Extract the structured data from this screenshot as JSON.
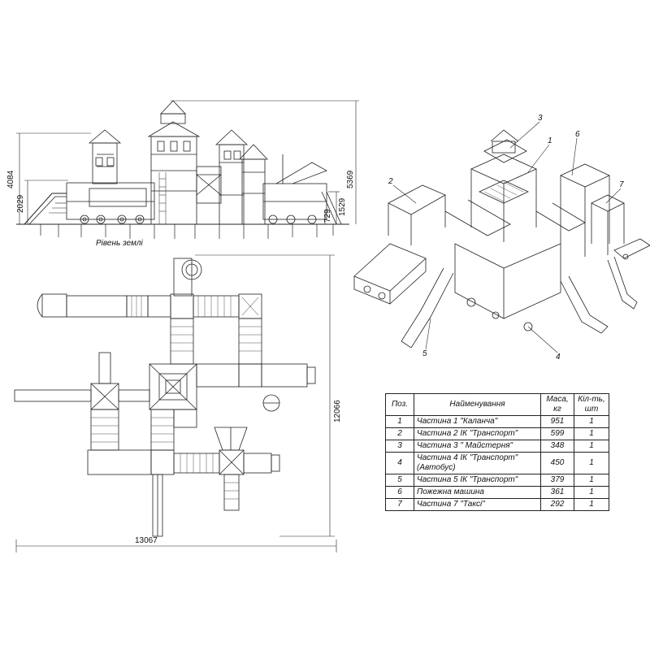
{
  "elevation": {
    "dims": {
      "total_height": "5369",
      "tower_height": "4084",
      "platform_height": "2029",
      "mid_height": "1529",
      "low_height": "729"
    },
    "ground_label": "Рівень землі"
  },
  "plan": {
    "dims": {
      "length": "13067",
      "width": "12066"
    }
  },
  "iso": {
    "callouts": [
      "1",
      "2",
      "3",
      "4",
      "5",
      "6",
      "7"
    ]
  },
  "spec_table": {
    "headers": {
      "pos": "Поз.",
      "name": "Найменування",
      "mass": "Маса, кг",
      "qty": "Кіл-ть, шт"
    },
    "rows": [
      {
        "pos": "1",
        "name": "Частина 1 \"Каланча\"",
        "mass": "951",
        "qty": "1"
      },
      {
        "pos": "2",
        "name": "Частина 2 ІК \"Транспорт\"",
        "mass": "599",
        "qty": "1"
      },
      {
        "pos": "3",
        "name": "Частина 3 \" Майстерня\"",
        "mass": "348",
        "qty": "1"
      },
      {
        "pos": "4",
        "name": "Частина 4 ІК \"Транспорт\" (Автобус)",
        "mass": "450",
        "qty": "1"
      },
      {
        "pos": "5",
        "name": "Частина 5 ІК \"Транспорт\"",
        "mass": "379",
        "qty": "1"
      },
      {
        "pos": "6",
        "name": "Пожежна машина",
        "mass": "361",
        "qty": "1"
      },
      {
        "pos": "7",
        "name": "Частина 7 \"Таксі\"",
        "mass": "292",
        "qty": "1"
      }
    ]
  }
}
